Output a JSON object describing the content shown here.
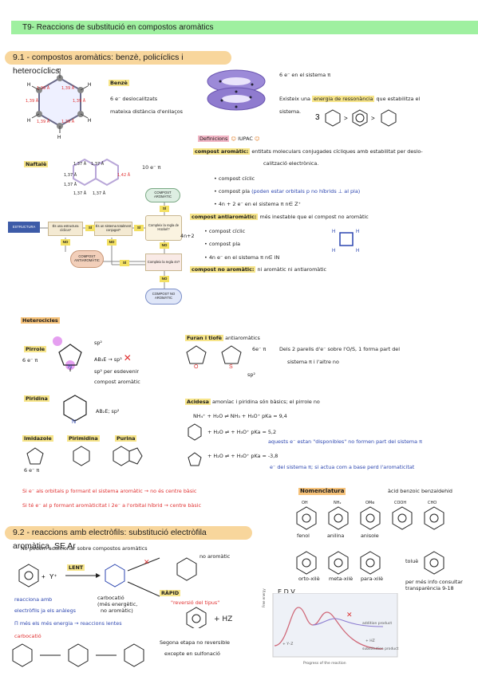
{
  "header": {
    "title": "T9- Reaccions de substitució en compostos aromàtics"
  },
  "s1": {
    "title": "9.1 - compostos aromàtics: benzè, policíclics i heterocíclics",
    "benzene_bonds": [
      "1,39 Å",
      "1,39 Å",
      "1,39 Å",
      "1,39 Å",
      "1,39 Å",
      "1,39 Å"
    ],
    "benzene_label": "Benzè",
    "benzene_notes": [
      "6 e⁻ deslocalitzats",
      "mateixa distància d'enllaços"
    ],
    "ring_note": "6 e⁻ en el sistema π",
    "resonance": {
      "pre": "Existeix una",
      "hl": "energia de ressonància",
      "post": "que estabilitza el",
      "line2": "sistema."
    },
    "naphthalene": {
      "label": "Naftalè",
      "bonds": [
        "1,37 Å",
        "1,37 Å",
        "1,37 Å",
        "1,42 Å",
        "1,37 Å",
        "1,37 Å",
        "1,37 Å"
      ],
      "pi": "10 e⁻ π",
      "n": "4n+2"
    },
    "defs_title": "Definicions",
    "iupac": "IUPAC",
    "aromatic": {
      "hl": "compost aromàtic:",
      "text": "entitats moleculars conjugades cícliques amb estabilitat per deslo-",
      "text2": "calització electrònica.",
      "bullets": [
        "compost cíclic",
        "compost pla",
        "4n + 2 e⁻ en el sistema π  n∈ Z⁺"
      ],
      "note": "(poden estar orbitals p no híbrids ⊥ al pla)"
    },
    "antiaromatic": {
      "hl": "compost antiaromàtic:",
      "text": "més inestable que el compost no aromàtic",
      "bullets": [
        "compost cíclic",
        "compost pla",
        "4n e⁻ en el sistema π   n∈ IN"
      ]
    },
    "nonaromatic": {
      "hl": "compost no aromàtic:",
      "text": "ni aromàtic ni antiaromàtic"
    },
    "flowchart": {
      "start": "ESTRUCTURA",
      "q1": "És una estructura cíclica?",
      "q2": "És un sistema totalment conjugat?",
      "q3": "Compleix la regla de Hückel?",
      "q4": "Compleix la regla 4n?",
      "aro": "COMPOST AROMÀTIC",
      "anti": "COMPOST ANTIAROMÀTIC",
      "no": "COMPOST NO AROMÀTIC",
      "si": "SÍ",
      "nolbl": "NO"
    },
    "heterocycles": {
      "title": "Heterocicles",
      "pirrole": {
        "name": "Pirrole",
        "pi": "6 e⁻ π",
        "sp2": "sp²",
        "sp3": "AB₃E → sp³",
        "sp2b": "sp² per esdevenir",
        "note": "compost aromàtic"
      },
      "furan": {
        "name": "Furan i tiofè",
        "tag": "antiaromàtics",
        "pi": "6e⁻ π",
        "note": "Dels 2 parells d'e⁻ sobre l'O/S, 1 forma part del",
        "note2": "sistema π i l'altre no",
        "sp2": "sp²"
      },
      "piridine": {
        "name": "Piridina",
        "hyb": "AB₂E; sp²"
      },
      "others": [
        "Imidazole",
        "Pirimidina",
        "Purina"
      ],
      "pi_imid": "6 e⁻ π",
      "acid": {
        "title": "Acidesa",
        "text": "amoníac i piridina són bàsics; el pirrole no",
        "eq1": "NH₄⁺ + H₂O ⇌ NH₃ + H₃O⁺   pKa = 9,4",
        "eq2": "+ H₂O ⇌ + H₃O⁺   pKa = 5,2",
        "note2": "aquests e⁻ estan \"disponibles\" no formen part del sistema π",
        "eq3": "+ H₂O ⇌ + H₃O⁺   pKa = -3,8",
        "note3": "e⁻ del sistema π; si actua com a base perd l'aromaticitat"
      },
      "rule1": "Si e⁻ als orbitals p formant el sistema aromàtic → no és centre bàsic",
      "rule2": "Si té e⁻ al p formant aromàticitat i 2e⁻ a l'orbital híbrid → centre bàsic"
    }
  },
  "nomenclatura": {
    "title": "Nomenclatura",
    "row1": [
      "fenol",
      "anilina",
      "anisole",
      "àcid benzoic",
      "benzaldehid"
    ],
    "row1_subs": [
      "OH",
      "NH₂",
      "OMe",
      "COOH",
      "CHO"
    ],
    "row2": [
      "orto-xilè",
      "meta-xilè",
      "para-xilè",
      "toluè"
    ],
    "more": "per més info consultar transparència 9-18"
  },
  "s2": {
    "title": "9.2 - reaccions amb electròfils: substitució electròfila aromàtica",
    "tag": "SE Ar",
    "line1": "No podem addicionar sobre compostos aromàtics",
    "no_aromatic": "no aromàtic",
    "lent": "LENT",
    "rapid": "RÀPID",
    "rev": "\"reversió del tipus\"",
    "carbocation": [
      "carbocatió",
      "(més energètic,",
      "no aromàtic)"
    ],
    "react": [
      "reacciona amb",
      "electròfils ja els anàlegs"
    ],
    "blue_note": "Π més els més energia → reaccions lentes",
    "carbocat2": "carbocatió",
    "product": "+ HZ",
    "second": [
      "Segona etapa no reversible",
      "excepte en sulfonació"
    ],
    "energy": {
      "title": "E.D.V",
      "yaxis": "Free energy",
      "xaxis": "Progress of the reaction",
      "add": "addition product",
      "sub": "substitution product",
      "start": "+ Y–Z",
      "prod": "+ HZ"
    }
  }
}
